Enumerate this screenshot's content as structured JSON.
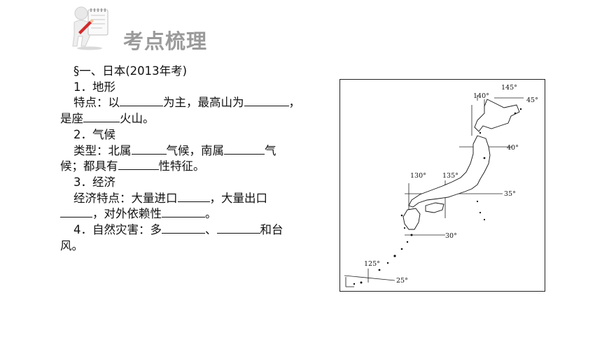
{
  "header": {
    "title": "考点梳理",
    "mascot_icon": "person-with-notepad-icon"
  },
  "content": {
    "section": "§一、日本(2013年考)",
    "item1": {
      "heading": "1．地形",
      "line1_a": "特点：以",
      "line1_b": "为主，最高山为",
      "line1_c": "，",
      "line2_a": "是座",
      "line2_b": "火山。"
    },
    "item2": {
      "heading": "2．气候",
      "line1_a": "类型：北属",
      "line1_b": "气候，南属",
      "line1_c": "气",
      "line2_a": "候；都具有",
      "line2_b": "性特征。"
    },
    "item3": {
      "heading": "3．经济",
      "line1_a": "经济特点：大量进口",
      "line1_b": "，大量出口",
      "line2_a": "，对外依赖性",
      "line2_b": "。"
    },
    "item4": {
      "line1_a": "4．自然灾害：多",
      "line1_b": "、",
      "line1_c": "和台",
      "line2_a": "风。"
    }
  },
  "map": {
    "labels": {
      "lon_145": "145°",
      "lon_140": "140°",
      "lat_45": "45°",
      "lat_40": "40°",
      "lon_130": "130°",
      "lon_135": "135°",
      "lat_35": "35°",
      "lat_30": "30°",
      "lon_125": "125°",
      "lat_25": "25°"
    }
  }
}
